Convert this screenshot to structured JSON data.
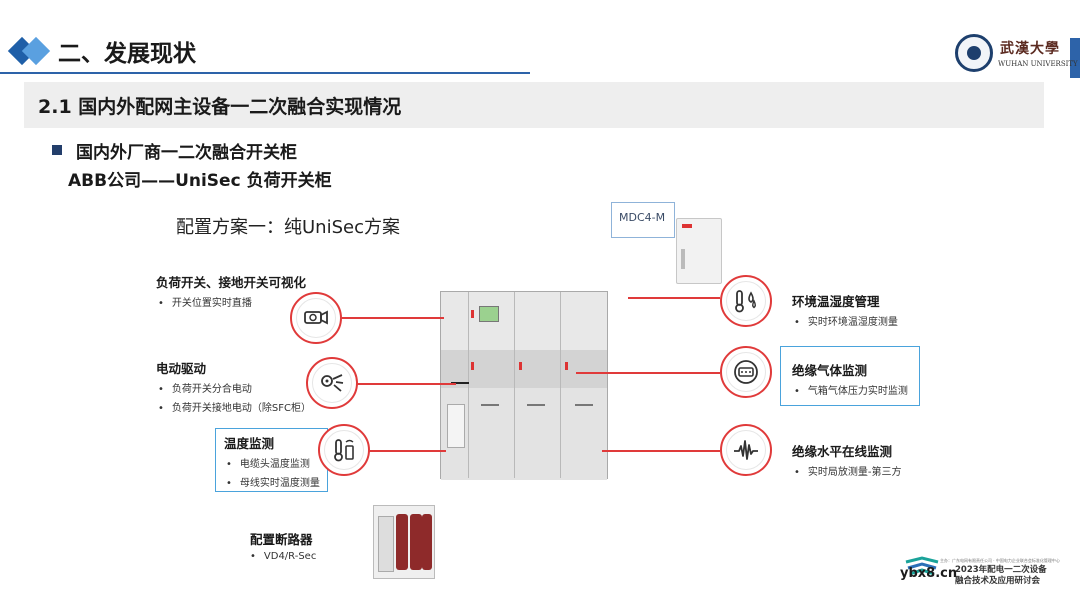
{
  "header": {
    "section_title": "二、发展现状",
    "university_cn": "武漢大學",
    "university_en": "WUHAN UNIVERSITY"
  },
  "subtitle": "2.1 国内外配网主设备一二次融合实现情况",
  "bullet": "国内外厂商一二次融合开关柜",
  "company_line": "ABB公司——UniSec 负荷开关柜",
  "config_title": "配置方案一：纯UniSec方案",
  "mdc_label": "MDC4-M",
  "features_left": [
    {
      "title": "负荷开关、接地开关可视化",
      "items": [
        "开关位置实时直播"
      ],
      "icon": "camera-icon"
    },
    {
      "title": "电动驱动",
      "items": [
        "负荷开关分合电动",
        "负荷开关接地电动（除SFC柜）"
      ],
      "icon": "motor-drive-icon"
    },
    {
      "title": "温度监测",
      "items": [
        "电缆头温度监测",
        "母线实时温度测量"
      ],
      "icon": "thermometer-wireless-icon"
    }
  ],
  "features_right": [
    {
      "title": "环境温湿度管理",
      "items": [
        "实时环境温湿度测量"
      ],
      "icon": "temperature-humidity-icon"
    },
    {
      "title": "绝缘气体监测",
      "items": [
        "气箱气体压力实时监测"
      ],
      "icon": "gas-gauge-icon"
    },
    {
      "title": "绝缘水平在线监测",
      "items": [
        "实时局放测量-第三方"
      ],
      "icon": "waveform-icon"
    }
  ],
  "breaker": {
    "title": "配置断路器",
    "items": [
      "VD4/R-Sec"
    ]
  },
  "footer": {
    "small_text": "主办：广东电网有限责任公司 · 中国电力企业联合会标准化管理中心",
    "line1": "2023年配电一二次设备",
    "line2": "融合技术及应用研讨会",
    "watermark": "ybx8.cn"
  },
  "colors": {
    "accent_blue": "#2d63a9",
    "accent_red": "#e03a3a",
    "highlight_blue": "#4aa3dc"
  }
}
